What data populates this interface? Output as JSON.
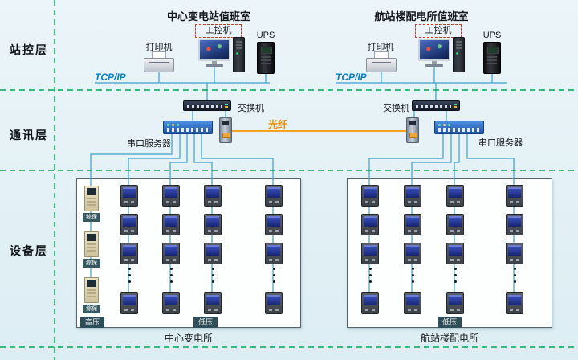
{
  "layer_labels": {
    "station": "站控层",
    "communication": "通讯层",
    "device": "设备层"
  },
  "station_layer": {
    "left_room": {
      "title": "中心变电站值班室",
      "printer": "打印机",
      "ipc": "工控机",
      "ups": "UPS",
      "network": "TCP/IP"
    },
    "right_room": {
      "title": "航站楼配电所值班室",
      "printer": "打印机",
      "ipc": "工控机",
      "ups": "UPS",
      "network": "TCP/IP"
    }
  },
  "communication_layer": {
    "left_switch": "交换机",
    "right_switch": "交换机",
    "left_serial_server": "串口服务器",
    "right_serial_server": "串口服务器",
    "fiber": "光纤"
  },
  "device_layer": {
    "left_panel": {
      "caption": "中心变电所",
      "high_voltage": "高压",
      "low_voltage": "低压",
      "protection": "综保",
      "protection_count": 3,
      "meter_grid": {
        "columns": 4,
        "visible_rows": 3,
        "bottom_rows": 1
      }
    },
    "right_panel": {
      "caption": "航站楼配电所",
      "low_voltage": "低压",
      "meter_grid": {
        "columns": 4,
        "visible_rows": 3,
        "bottom_rows": 1
      }
    }
  },
  "colors": {
    "background": "#e7f1f6",
    "layer_divider_green": "#00a84f",
    "connection_blue": "#3a9fd0",
    "fiber_orange": "#f5a21b",
    "network_label_blue": "#0b7ec2",
    "highlight_red": "#d23a2e"
  }
}
